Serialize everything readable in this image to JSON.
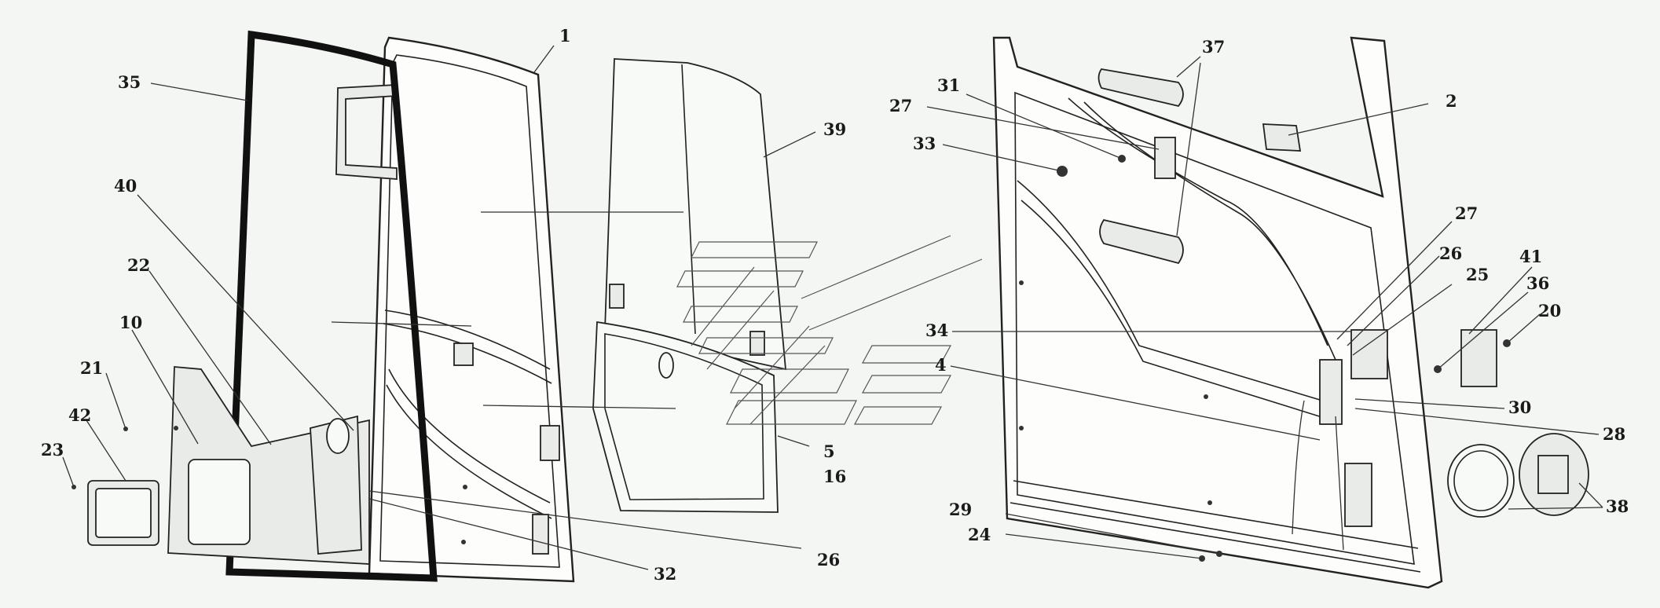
{
  "diagram": {
    "background": "#f3f6f2",
    "callouts": {
      "left": [
        "1",
        "35",
        "39",
        "40",
        "22",
        "10",
        "21",
        "42",
        "23",
        "5",
        "16",
        "26",
        "32"
      ],
      "right": [
        "37",
        "31",
        "2",
        "27",
        "33",
        "27",
        "26",
        "41",
        "25",
        "36",
        "20",
        "34",
        "4",
        "30",
        "28",
        "38",
        "29",
        "24"
      ]
    }
  }
}
